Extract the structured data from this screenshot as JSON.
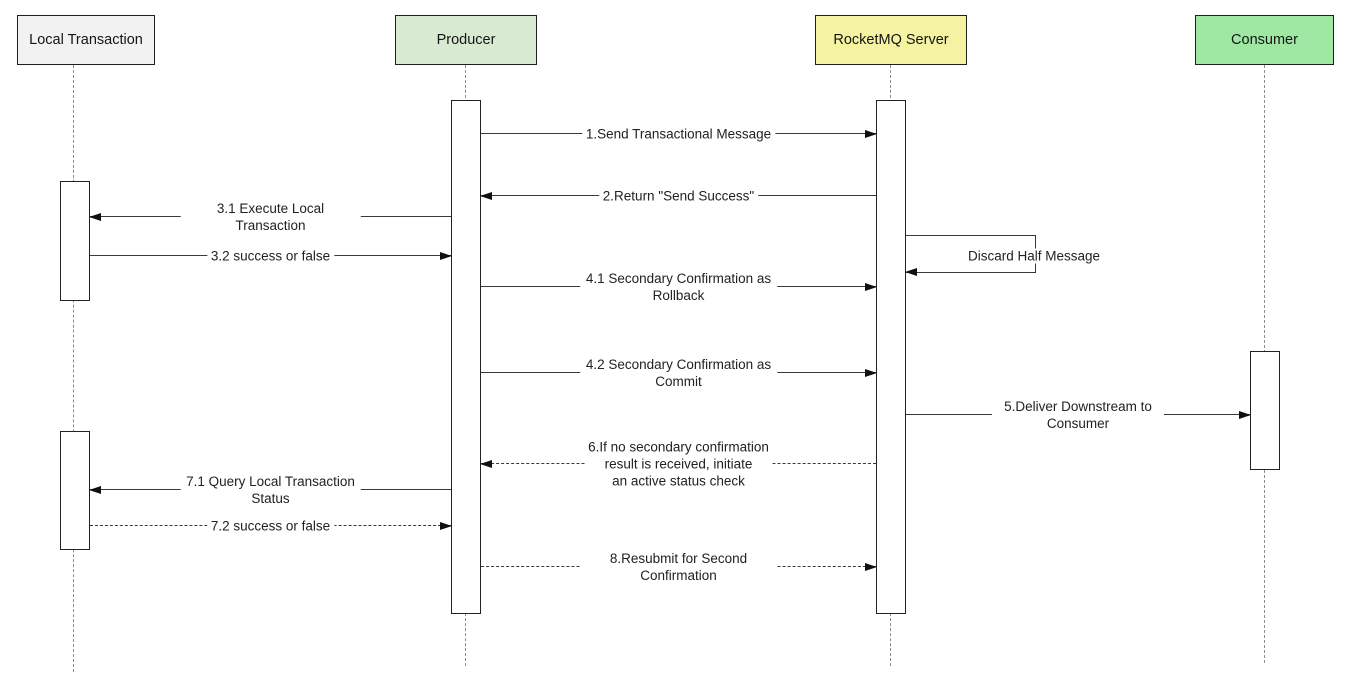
{
  "diagram_type": "sequence-diagram",
  "actors": {
    "local_transaction": {
      "label": "Local Transaction",
      "fill": "#f2f2f2"
    },
    "producer": {
      "label": "Producer",
      "fill": "#d9ead3"
    },
    "rocketmq_server": {
      "label": "RocketMQ Server",
      "fill": "#f5f2a1"
    },
    "consumer": {
      "label": "Consumer",
      "fill": "#9fe8a4"
    }
  },
  "colors": {
    "message_line": "#3a3a3a",
    "lifeline": "#8c8c8c",
    "box_border": "#1f1f1f",
    "activation_fill": "#ffffff"
  },
  "messages": {
    "m1": {
      "label": "1.Send Transactional Message",
      "from": "Producer",
      "to": "RocketMQ Server",
      "line": "solid",
      "direction": "right"
    },
    "m2": {
      "label": "2.Return \"Send Success\"",
      "from": "RocketMQ Server",
      "to": "Producer",
      "line": "solid",
      "direction": "left"
    },
    "m3_1": {
      "label": "3.1 Execute Local Transaction",
      "from": "Producer",
      "to": "Local Transaction",
      "line": "solid",
      "direction": "left"
    },
    "m3_2": {
      "label": "3.2 success or false",
      "from": "Local Transaction",
      "to": "Producer",
      "line": "solid",
      "direction": "right"
    },
    "discard": {
      "label": "Discard Half Message",
      "from": "RocketMQ Server",
      "to": "RocketMQ Server",
      "line": "solid",
      "direction": "self"
    },
    "m4_1": {
      "label": "4.1 Secondary Confirmation as Rollback",
      "from": "Producer",
      "to": "RocketMQ Server",
      "line": "solid",
      "direction": "right"
    },
    "m4_2": {
      "label": "4.2 Secondary Confirmation as Commit",
      "from": "Producer",
      "to": "RocketMQ Server",
      "line": "solid",
      "direction": "right"
    },
    "m5": {
      "label": "5.Deliver Downstream to Consumer",
      "from": "RocketMQ Server",
      "to": "Consumer",
      "line": "solid",
      "direction": "right"
    },
    "m6": {
      "label": "6.If no secondary confirmation\nresult is received, initiate\nan active status check",
      "from": "RocketMQ Server",
      "to": "Producer",
      "line": "dashed",
      "direction": "left"
    },
    "m7_1": {
      "label": "7.1 Query Local Transaction Status",
      "from": "Producer",
      "to": "Local Transaction",
      "line": "solid",
      "direction": "left"
    },
    "m7_2": {
      "label": "7.2 success or false",
      "from": "Local Transaction",
      "to": "Producer",
      "line": "dashed",
      "direction": "right"
    },
    "m8": {
      "label": "8.Resubmit for Second Confirmation",
      "from": "Producer",
      "to": "RocketMQ Server",
      "line": "dashed",
      "direction": "right"
    }
  }
}
